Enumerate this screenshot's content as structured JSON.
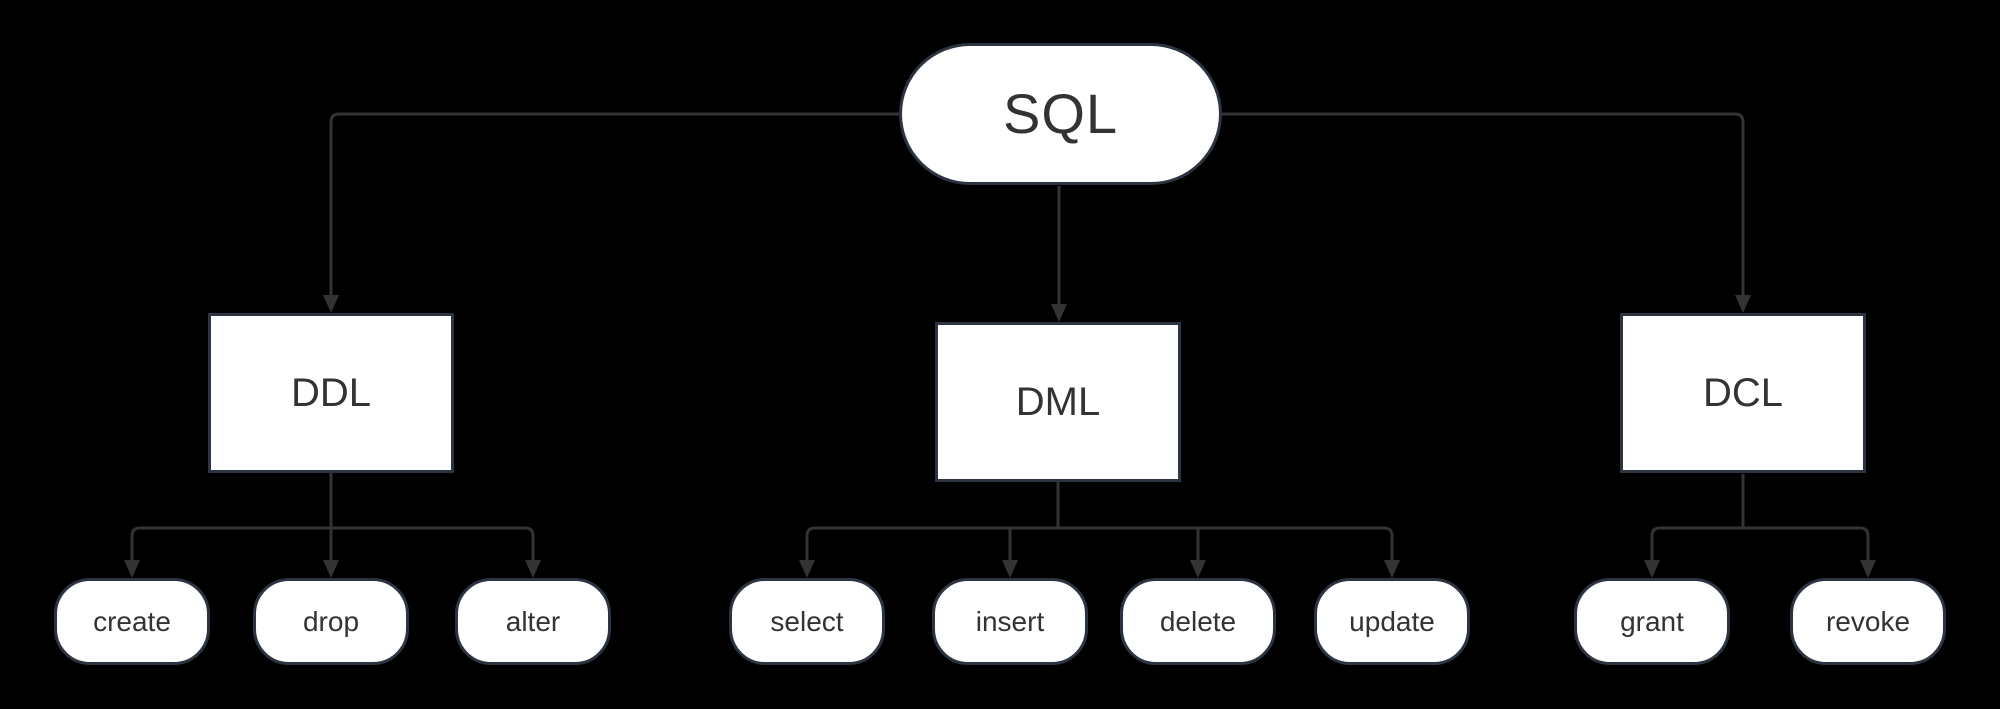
{
  "diagram": {
    "type": "flowchart",
    "direction": "top-down",
    "colors": {
      "background": "#000000",
      "node_fill": "#ffffff",
      "node_border": "#2b3440",
      "edge_line": "#333333",
      "arrowhead": "#333333",
      "label_text": "#333333"
    },
    "nodes": {
      "sql": {
        "label": "SQL",
        "shape": "stadium"
      },
      "ddl": {
        "label": "DDL",
        "shape": "rectangle"
      },
      "dml": {
        "label": "DML",
        "shape": "rectangle"
      },
      "dcl": {
        "label": "DCL",
        "shape": "rectangle"
      },
      "create": {
        "label": "create",
        "shape": "rounded"
      },
      "drop": {
        "label": "drop",
        "shape": "rounded"
      },
      "alter": {
        "label": "alter",
        "shape": "rounded"
      },
      "select": {
        "label": "select",
        "shape": "rounded"
      },
      "insert": {
        "label": "insert",
        "shape": "rounded"
      },
      "delete": {
        "label": "delete",
        "shape": "rounded"
      },
      "update": {
        "label": "update",
        "shape": "rounded"
      },
      "grant": {
        "label": "grant",
        "shape": "rounded"
      },
      "revoke": {
        "label": "revoke",
        "shape": "rounded"
      }
    },
    "edges": [
      {
        "from": "SQL",
        "to": "DDL"
      },
      {
        "from": "SQL",
        "to": "DML"
      },
      {
        "from": "SQL",
        "to": "DCL"
      },
      {
        "from": "DDL",
        "to": "create"
      },
      {
        "from": "DDL",
        "to": "drop"
      },
      {
        "from": "DDL",
        "to": "alter"
      },
      {
        "from": "DML",
        "to": "select"
      },
      {
        "from": "DML",
        "to": "insert"
      },
      {
        "from": "DML",
        "to": "delete"
      },
      {
        "from": "DML",
        "to": "update"
      },
      {
        "from": "DCL",
        "to": "grant"
      },
      {
        "from": "DCL",
        "to": "revoke"
      }
    ]
  }
}
